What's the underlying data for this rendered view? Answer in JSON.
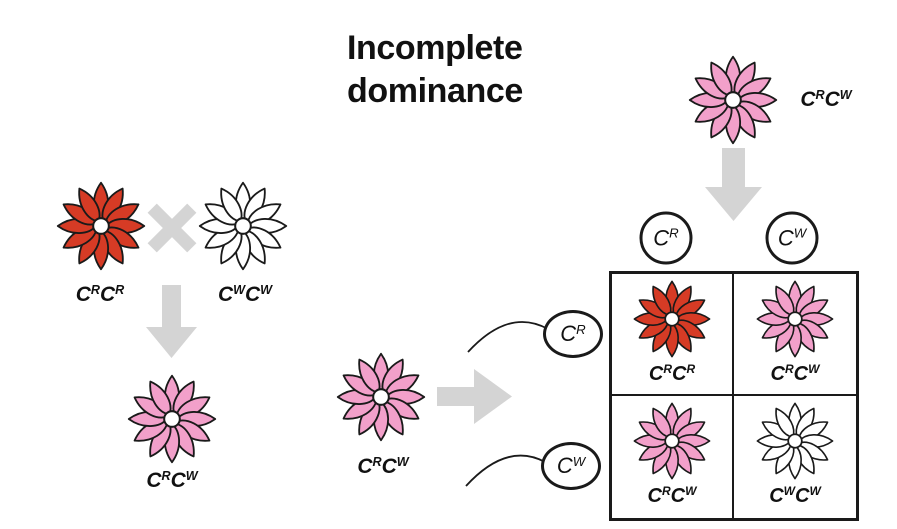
{
  "title": "Incomplete\ndominance",
  "colors": {
    "red": "#d63b25",
    "pink": "#f2a0ca",
    "white": "#ffffff",
    "arrow_gray": "#d4d4d4",
    "outline": "#1a1a1a"
  },
  "parent_cross": {
    "cross_symbol": "×",
    "p1": {
      "phenotype": "red",
      "genotype": [
        "C",
        "R",
        "C",
        "R"
      ]
    },
    "p2": {
      "phenotype": "white",
      "genotype": [
        "C",
        "W",
        "C",
        "W"
      ]
    },
    "f1": {
      "phenotype": "pink",
      "genotype": [
        "C",
        "R",
        "C",
        "W"
      ]
    }
  },
  "self_cross": {
    "parent": {
      "phenotype": "pink",
      "genotype": [
        "C",
        "R",
        "C",
        "W"
      ]
    },
    "gametes": [
      [
        "C",
        "R"
      ],
      [
        "C",
        "W"
      ]
    ]
  },
  "punnett": {
    "parent": {
      "phenotype": "pink",
      "genotype": [
        "C",
        "R",
        "C",
        "W"
      ]
    },
    "col_gametes": [
      [
        "C",
        "R"
      ],
      [
        "C",
        "W"
      ]
    ],
    "cells": [
      {
        "phenotype": "red",
        "genotype": [
          "C",
          "R",
          "C",
          "R"
        ]
      },
      {
        "phenotype": "pink",
        "genotype": [
          "C",
          "R",
          "C",
          "W"
        ]
      },
      {
        "phenotype": "pink",
        "genotype": [
          "C",
          "R",
          "C",
          "W"
        ]
      },
      {
        "phenotype": "white",
        "genotype": [
          "C",
          "W",
          "C",
          "W"
        ]
      }
    ]
  }
}
